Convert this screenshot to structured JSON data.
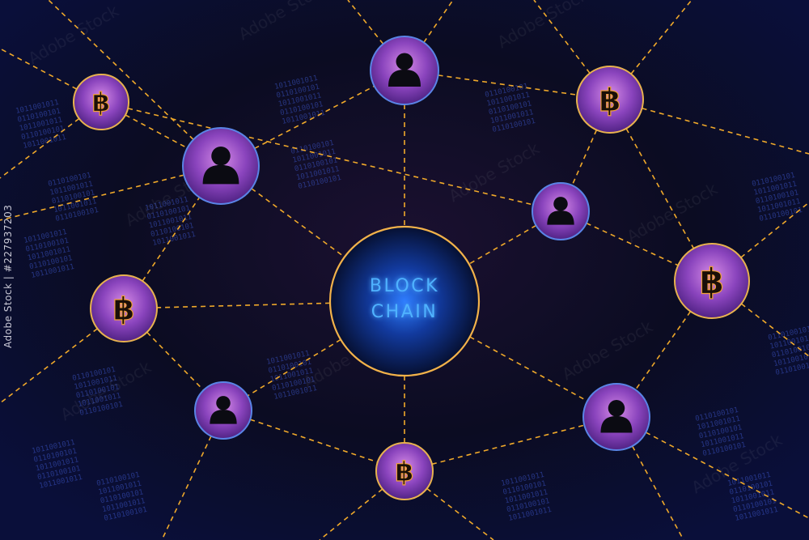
{
  "center": {
    "line1": "BLOCK",
    "line2": "CHAIN"
  },
  "stock_id": "Adobe Stock | #227937203",
  "watermark": "Adobe Stock",
  "colors": {
    "background": "#0a0a1e",
    "link": "#f0a92a",
    "node_fill": "#7d3bb0",
    "node_ring_person": "#5a84e6",
    "node_ring_coin": "#e8b24f",
    "center_glow": "#2f7dff",
    "center_ring": "#f2b24a",
    "text_glow": "#3aa0ff",
    "binary": "#3b55c9"
  },
  "nodes": [
    {
      "id": "n1",
      "kind": "coin"
    },
    {
      "id": "n2",
      "kind": "person"
    },
    {
      "id": "n3",
      "kind": "person"
    },
    {
      "id": "n4",
      "kind": "coin"
    },
    {
      "id": "n5",
      "kind": "person"
    },
    {
      "id": "n6",
      "kind": "coin"
    },
    {
      "id": "n7",
      "kind": "coin"
    },
    {
      "id": "n8",
      "kind": "person"
    },
    {
      "id": "n9",
      "kind": "coin"
    },
    {
      "id": "n10",
      "kind": "person"
    }
  ],
  "links": [
    [
      "n1",
      "n2"
    ],
    [
      "n1",
      "n5"
    ],
    [
      "n2",
      "n3"
    ],
    [
      "n2",
      "center"
    ],
    [
      "n3",
      "center"
    ],
    [
      "n3",
      "n4"
    ],
    [
      "n4",
      "n5"
    ],
    [
      "n4",
      "n6"
    ],
    [
      "n5",
      "center"
    ],
    [
      "n5",
      "n6"
    ],
    [
      "n6",
      "n10"
    ],
    [
      "center",
      "n7"
    ],
    [
      "n7",
      "n8"
    ],
    [
      "center",
      "n8"
    ],
    [
      "center",
      "n9"
    ],
    [
      "n8",
      "n9"
    ],
    [
      "n9",
      "n10"
    ],
    [
      "center",
      "n10"
    ],
    [
      "n7",
      "n2"
    ]
  ]
}
